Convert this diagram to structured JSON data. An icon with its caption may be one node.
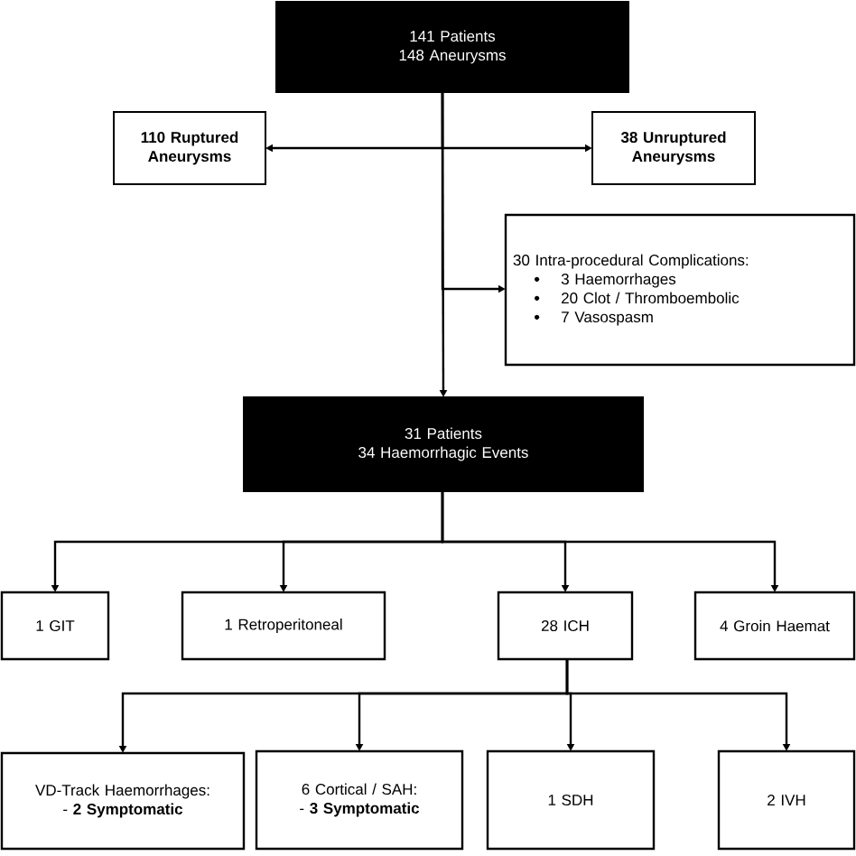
{
  "diagram": {
    "nodes": [
      {
        "text": [
          "141 Patients",
          "148 Aneurysms"
        ]
      },
      {
        "text": [
          "110 Ruptured Aneurysms"
        ]
      },
      {
        "text": [
          "38 Unruptured Aneurysms"
        ]
      },
      {
        "text": [
          "30 Intra-procedural Complications:",
          "3 Haemorrhages",
          "20 Clot / Thromboembolic",
          "7 Vasospasm"
        ]
      },
      {
        "text": [
          "31 Patients",
          "34 Haemorrhagic Events"
        ]
      },
      {
        "text": [
          "1 GIT"
        ]
      },
      {
        "text": [
          "1 Retroperitoneal"
        ]
      },
      {
        "text": [
          "28 ICH"
        ]
      },
      {
        "text": [
          "4 Groin Haemat"
        ]
      },
      {
        "text": [
          "VD-Track Haemorrhages:",
          "- **2 Symptomatic**"
        ]
      },
      {
        "text": [
          "6 Cortical / SAH:",
          "- **3 Symptomatic**"
        ]
      },
      {
        "text": [
          "1 SDH"
        ]
      },
      {
        "text": [
          "2 IVH"
        ]
      }
    ],
    "edges": [
      {
        "from": 0,
        "to": 1,
        "arrow": "to"
      },
      {
        "from": 0,
        "to": 2,
        "arrow": "to"
      },
      {
        "from": 0,
        "to": 3,
        "arrow": "to"
      },
      {
        "from": 0,
        "to": 4,
        "arrow": "to"
      },
      {
        "from": 4,
        "to": 5,
        "arrow": "to"
      },
      {
        "from": 4,
        "to": 6,
        "arrow": "to"
      },
      {
        "from": 4,
        "to": 7,
        "arrow": "to"
      },
      {
        "from": 4,
        "to": 8,
        "arrow": "to"
      },
      {
        "from": 7,
        "to": 9,
        "arrow": "to"
      },
      {
        "from": 7,
        "to": 10,
        "arrow": "to"
      },
      {
        "from": 7,
        "to": 11,
        "arrow": "to"
      },
      {
        "from": 7,
        "to": 12,
        "arrow": "to"
      }
    ]
  }
}
